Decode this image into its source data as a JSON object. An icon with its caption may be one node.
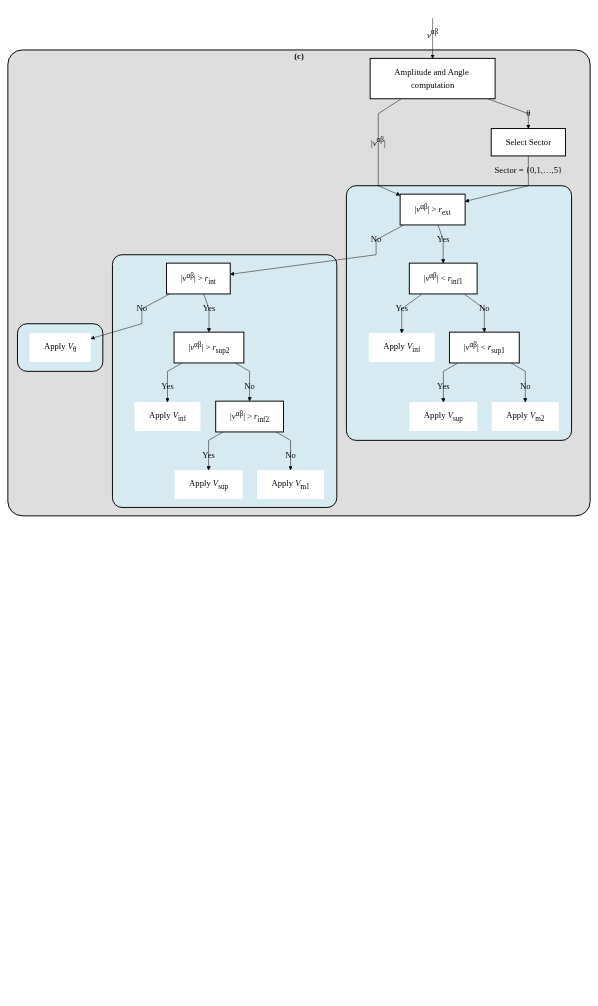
{
  "diagram": {
    "nodes": [
      {
        "text": [
          "(c)"
        ]
      },
      {
        "text": [
          "Amplitude and Angle computation"
        ],
        "in": 0
      },
      {
        "text": [
          "Select Sector"
        ],
        "in": 0
      },
      {
        "text": [],
        "shape": "box",
        "in": 0
      },
      {
        "text": [
          "|*v*$^{αβ}$| > *r*$_{ext}$"
        ],
        "in": 3
      },
      {
        "text": [
          "|*v*$^{αβ}$| < *r*$_{inf1}$"
        ],
        "in": 3
      },
      {
        "text": [
          "Apply *V*$_{inf}$"
        ],
        "in": 3
      },
      {
        "text": [
          "|*v*$^{αβ}$| < *r*$_{sup1}$"
        ],
        "in": 3
      },
      {
        "text": [
          "Apply *V*$_{sup}$"
        ],
        "in": 3
      },
      {
        "text": [
          "Apply *V*$_{m2}$"
        ],
        "in": 3
      },
      {
        "text": [],
        "shape": "box",
        "in": 0
      },
      {
        "text": [
          "|*v*$^{αβ}$| > *r*$_{int}$"
        ],
        "in": 10
      },
      {
        "text": [
          "|*v*$^{αβ}$| > *r*$_{sup2}$"
        ],
        "in": 10
      },
      {
        "text": [
          "Apply *V*$_{inf}$"
        ],
        "in": 10
      },
      {
        "text": [
          "|*v*$^{αβ}$| > *r*$_{inf2}$"
        ],
        "in": 10
      },
      {
        "text": [
          "Apply *V*$_{sup}$"
        ],
        "in": 10
      },
      {
        "text": [
          "Apply *V*$_{m1}$"
        ],
        "in": 10
      },
      {
        "text": [],
        "shape": "box",
        "in": 0
      },
      {
        "text": [
          "Apply *V*$_{θ}$"
        ],
        "in": 17
      }
    ],
    "edges": [
      {
        "from": null,
        "to": 1,
        "arrow": "to",
        "label": "*v*$^{αβ}$"
      },
      {
        "from": 1,
        "to": 4,
        "arrow": "to",
        "label": "|*v*$^{αβ}$|"
      },
      {
        "from": 1,
        "to": 2,
        "arrow": "to",
        "label": "θ"
      },
      {
        "from": 2,
        "to": 4,
        "arrow": "to",
        "label": "Sector = {0,1,…,5}"
      },
      {
        "from": 4,
        "to": 5,
        "arrow": "to",
        "label": "Yes"
      },
      {
        "from": 5,
        "to": 6,
        "arrow": "to",
        "label": "Yes"
      },
      {
        "from": 5,
        "to": 7,
        "arrow": "to",
        "label": "No"
      },
      {
        "from": 7,
        "to": 8,
        "arrow": "to",
        "label": "Yes"
      },
      {
        "from": 7,
        "to": 9,
        "arrow": "to",
        "label": "No"
      },
      {
        "from": 4,
        "to": 11,
        "arrow": "to",
        "label": "No"
      },
      {
        "from": 11,
        "to": 12,
        "arrow": "to",
        "label": "Yes"
      },
      {
        "from": 12,
        "to": 13,
        "arrow": "to",
        "label": "Yes"
      },
      {
        "from": 12,
        "to": 14,
        "arrow": "to",
        "label": "No"
      },
      {
        "from": 14,
        "to": 15,
        "arrow": "to",
        "label": "Yes"
      },
      {
        "from": 14,
        "to": 16,
        "arrow": "to",
        "label": "No"
      },
      {
        "from": 11,
        "to": 18,
        "arrow": "to",
        "label": "No"
      }
    ]
  }
}
